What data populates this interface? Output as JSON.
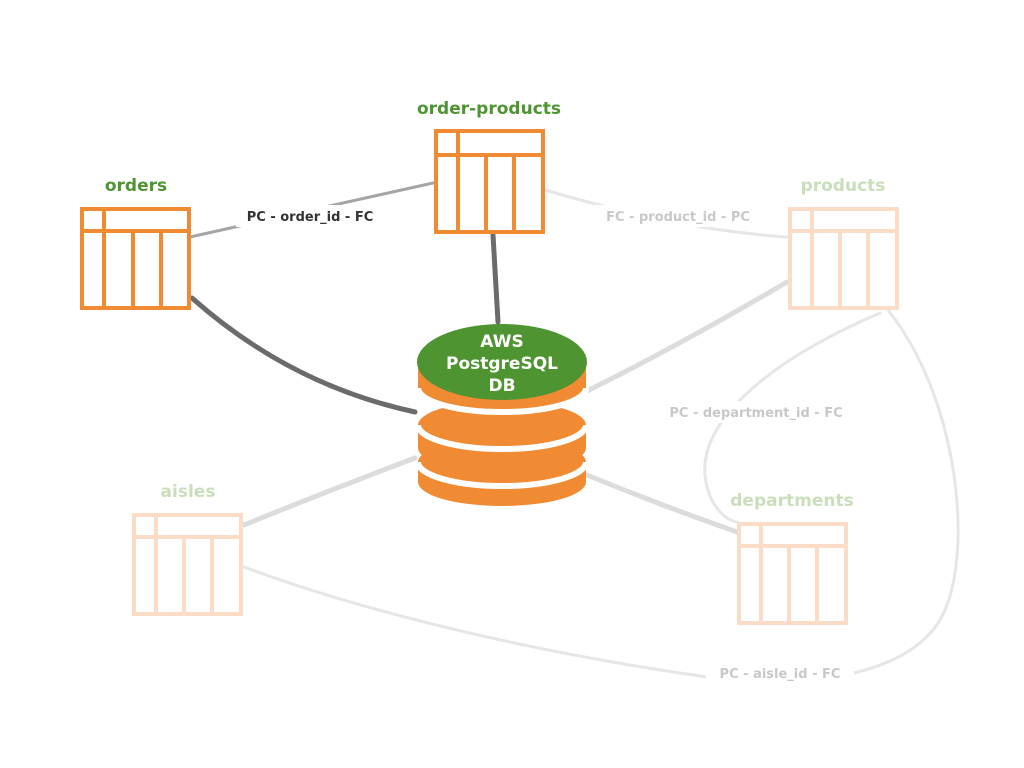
{
  "tables": {
    "order_products": "order-products",
    "orders": "orders",
    "products": "products",
    "aisles": "aisles",
    "departments": "departments"
  },
  "relations": {
    "order_id": "PC - order_id - FC",
    "product_id": "FC - product_id - PC",
    "department_id": "PC - department_id - FC",
    "aisle_id": "PC - aisle_id - FC"
  },
  "database": {
    "line1": "AWS",
    "line2": "PostgreSQL",
    "line3": "DB"
  },
  "colors": {
    "orange": "#f08a33",
    "orange_faded": "#fbdcc6",
    "green": "#4e9431",
    "green_faded": "#c9dfbb",
    "dark_line": "#6b6b6b",
    "mid_line": "#a5a5a5",
    "light_line": "#dcdcdc",
    "faded_line": "#e6e6e6",
    "dark_text": "#333333",
    "faded_text": "#c8c8c8"
  }
}
